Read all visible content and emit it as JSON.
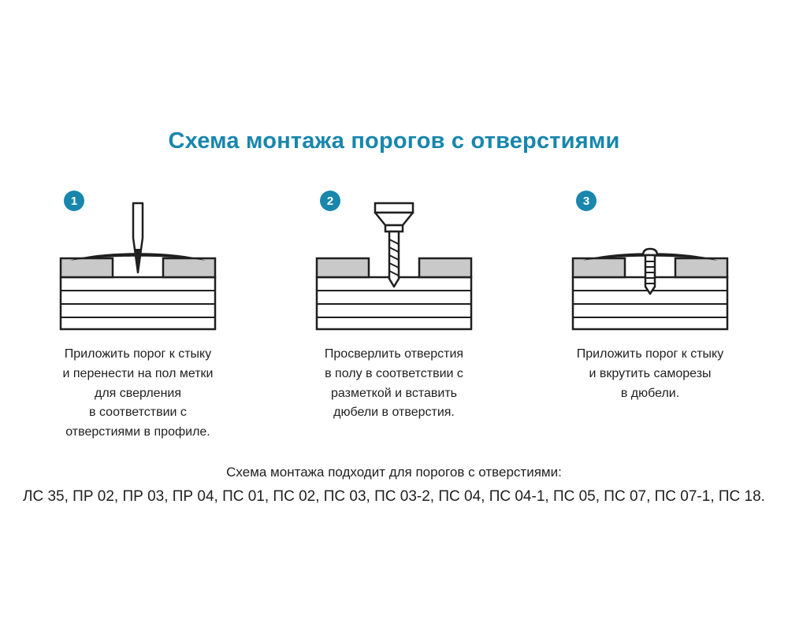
{
  "page": {
    "title": "Схема монтажа порогов с отверстиями"
  },
  "colors": {
    "accent": "#1886ad",
    "line_art": "#1f1f1f",
    "floor_covering_gray": "#c9c9c9"
  },
  "steps": [
    {
      "number": "1",
      "icon": "awl-marking-icon",
      "caption": "Приложить порог к стыку\nи перенести на пол метки\nдля сверления\nв соответствии с\nотверстиями в профиле."
    },
    {
      "number": "2",
      "icon": "drill-icon",
      "caption": "Просверлить отверстия\nв полу в соответствии с\nразметкой и вставить\nдюбели в отверстия."
    },
    {
      "number": "3",
      "icon": "screw-icon",
      "caption": "Приложить порог к стыку\nи вкрутить саморезы\nв дюбели."
    }
  ],
  "footer": {
    "line1": "Схема монтажа подходит для порогов с отверстиями:",
    "line2": "ЛС 35, ПР 02, ПР 03, ПР 04, ПС 01, ПС 02, ПС 03, ПС 03-2, ПС 04, ПС 04-1, ПС 05, ПС 07, ПС 07-1, ПС 18."
  }
}
